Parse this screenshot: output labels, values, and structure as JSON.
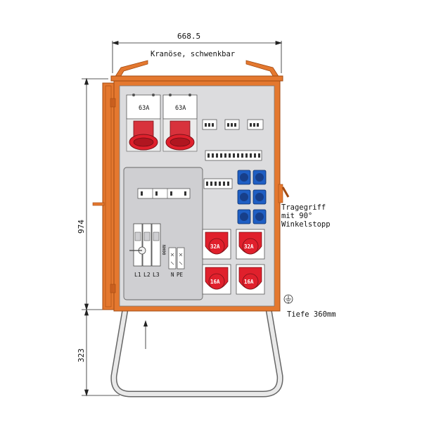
{
  "dimensions": {
    "width": "668.5",
    "height_cabinet": "974",
    "height_stand": "323"
  },
  "labels": {
    "crane_eye": "Kranöse, schwenkbar",
    "handle_line1": "Tragegriff",
    "handle_line2": "mit 90°",
    "handle_line3": "Winkelstopp",
    "depth": "Tiefe 360mm"
  },
  "cee_top": [
    {
      "rating": "63A"
    },
    {
      "rating": "63A"
    }
  ],
  "cee_sockets": [
    {
      "rating": "32A"
    },
    {
      "rating": "32A"
    },
    {
      "rating": "16A"
    },
    {
      "rating": "16A"
    }
  ],
  "phases": [
    "L1",
    "L2",
    "L3"
  ],
  "switch_label": "NH00",
  "terminal_labels": [
    "N",
    "PE"
  ],
  "colors": {
    "cabinet": "#e4782f",
    "cabinet_dark": "#a24a12",
    "panel": "#dcdcde",
    "socket_red": "#e0202c",
    "socket_blue": "#1f5fc4"
  }
}
